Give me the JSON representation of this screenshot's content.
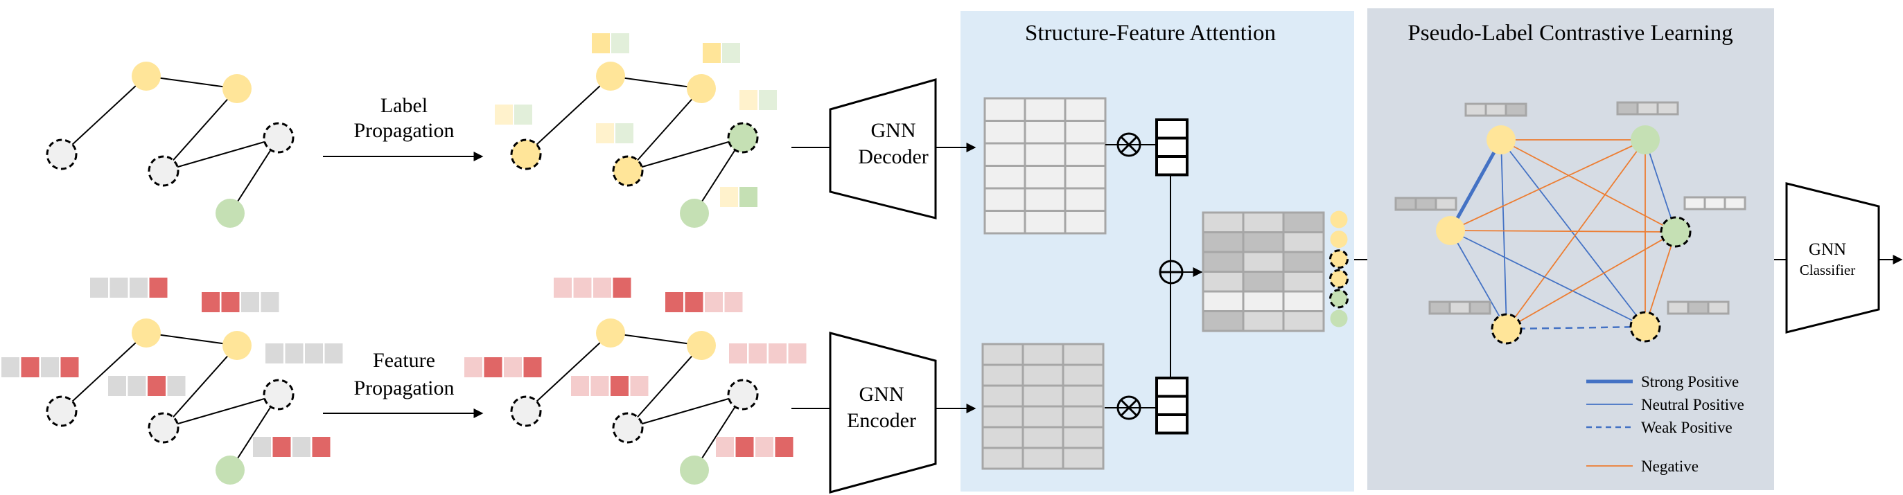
{
  "figure": {
    "colors": {
      "yellow_node": "#FFE599",
      "green_node": "#C5E0B4",
      "gray_node": "#F0F0F0",
      "feat_gray": "#D9D9D9",
      "feat_red": "#E06666",
      "feat_red_light": "#F4CCCC",
      "label_yellow_light": "#FFF2CC",
      "label_green_light": "#E2EFDA",
      "attention_panel_bg": "#DDEBF7",
      "contrastive_panel_bg": "#D6DCE4",
      "matrix_light": "#F0F0F0",
      "matrix_mid": "#D9D9D9",
      "matrix_dark": "#BFBFBF",
      "matrix_border": "#A6A6A6",
      "strong_positive": "#4472C4",
      "neutral_positive": "#4472C4",
      "weak_positive": "#4472C4",
      "negative": "#ED7D31"
    },
    "label_propagation": {
      "text_line1": "Label",
      "text_line2": "Propagation"
    },
    "feature_propagation": {
      "text_line1": "Feature",
      "text_line2": "Propagation"
    },
    "input_graph_nodes": [
      {
        "id": "n1",
        "type": "yellow",
        "labeled": true
      },
      {
        "id": "n2",
        "type": "yellow",
        "labeled": true
      },
      {
        "id": "n3",
        "type": "gray",
        "labeled": false
      },
      {
        "id": "n4",
        "type": "gray",
        "labeled": false
      },
      {
        "id": "n5",
        "type": "gray",
        "labeled": false
      },
      {
        "id": "n6",
        "type": "green",
        "labeled": true
      }
    ],
    "graph_edges": [
      [
        "n1",
        "n2"
      ],
      [
        "n1",
        "n3"
      ],
      [
        "n2",
        "n4"
      ],
      [
        "n4",
        "n5"
      ],
      [
        "n5",
        "n6"
      ]
    ],
    "label_propagated_nodes": [
      {
        "id": "n1",
        "type": "yellow",
        "labeled": true,
        "label_dist": [
          "yellow",
          "green_light"
        ]
      },
      {
        "id": "n2",
        "type": "yellow",
        "labeled": true,
        "label_dist": [
          "yellow",
          "green_light"
        ]
      },
      {
        "id": "n3",
        "type": "yellow",
        "labeled": false,
        "label_dist": [
          "yellow_light",
          "green_light"
        ]
      },
      {
        "id": "n4",
        "type": "yellow",
        "labeled": false,
        "label_dist": [
          "yellow_light",
          "green_light"
        ]
      },
      {
        "id": "n5",
        "type": "green",
        "labeled": false,
        "label_dist": [
          "yellow_light",
          "green_light"
        ]
      },
      {
        "id": "n6",
        "type": "green",
        "labeled": true,
        "label_dist": [
          "yellow_light",
          "green"
        ]
      }
    ],
    "input_features": {
      "n1": [
        "gray",
        "gray",
        "gray",
        "red"
      ],
      "n2": [
        "red",
        "red",
        "gray",
        "gray"
      ],
      "n3": [
        "gray",
        "red",
        "gray",
        "red"
      ],
      "n4": [
        "gray",
        "gray",
        "red",
        "gray"
      ],
      "n5": [
        "gray",
        "gray",
        "gray",
        "gray"
      ],
      "n6": [
        "gray",
        "red",
        "gray",
        "red"
      ]
    },
    "propagated_features": {
      "n1": [
        "light",
        "light",
        "light",
        "red"
      ],
      "n2": [
        "red",
        "red",
        "light",
        "light"
      ],
      "n3": [
        "light",
        "red",
        "light",
        "red"
      ],
      "n4": [
        "light",
        "light",
        "red",
        "light"
      ],
      "n5": [
        "light",
        "light",
        "light",
        "light"
      ],
      "n6": [
        "light",
        "red",
        "light",
        "red"
      ]
    },
    "gnn_decoder": {
      "line1": "GNN",
      "line2": "Decoder"
    },
    "gnn_encoder": {
      "line1": "GNN",
      "line2": "Encoder"
    },
    "gnn_classifier": {
      "line1": "GNN",
      "line2": "Classifier"
    },
    "attention": {
      "title": "Structure-Feature Attention",
      "structure_matrix": {
        "rows": 6,
        "cols": 3,
        "shade": "light"
      },
      "feature_matrix": {
        "rows": 6,
        "cols": 3,
        "shade": "mid"
      },
      "multiply_symbol": "⊗",
      "add_symbol": "⊕",
      "fused_matrix": [
        [
          "mid",
          "mid",
          "dark"
        ],
        [
          "dark",
          "dark",
          "mid"
        ],
        [
          "dark",
          "mid",
          "dark"
        ],
        [
          "mid",
          "dark",
          "mid"
        ],
        [
          "light",
          "light",
          "light"
        ],
        [
          "dark",
          "mid",
          "mid"
        ]
      ],
      "fused_node_labels": [
        {
          "type": "yellow",
          "labeled": true
        },
        {
          "type": "yellow",
          "labeled": true
        },
        {
          "type": "yellow",
          "labeled": false
        },
        {
          "type": "yellow",
          "labeled": false
        },
        {
          "type": "green",
          "labeled": false
        },
        {
          "type": "green",
          "labeled": true
        }
      ]
    },
    "contrastive": {
      "title": "Pseudo-Label Contrastive Learning",
      "nodes": [
        {
          "id": "A",
          "type": "yellow",
          "labeled": true,
          "embedding": [
            "mid",
            "mid",
            "dark"
          ]
        },
        {
          "id": "B",
          "type": "green",
          "labeled": true,
          "embedding": [
            "dark",
            "mid",
            "mid"
          ]
        },
        {
          "id": "C",
          "type": "yellow",
          "labeled": true,
          "embedding": [
            "dark",
            "dark",
            "mid"
          ]
        },
        {
          "id": "D",
          "type": "green",
          "labeled": false,
          "embedding": [
            "light",
            "light",
            "light"
          ]
        },
        {
          "id": "E",
          "type": "yellow",
          "labeled": false,
          "embedding": [
            "dark",
            "mid",
            "dark"
          ]
        },
        {
          "id": "F",
          "type": "yellow",
          "labeled": false,
          "embedding": [
            "mid",
            "dark",
            "mid"
          ]
        }
      ],
      "edges": [
        {
          "from": "A",
          "to": "C",
          "kind": "strong"
        },
        {
          "from": "A",
          "to": "B",
          "kind": "negative"
        },
        {
          "from": "A",
          "to": "E",
          "kind": "neutral"
        },
        {
          "from": "A",
          "to": "F",
          "kind": "neutral"
        },
        {
          "from": "A",
          "to": "D",
          "kind": "negative"
        },
        {
          "from": "B",
          "to": "C",
          "kind": "negative"
        },
        {
          "from": "B",
          "to": "E",
          "kind": "negative"
        },
        {
          "from": "B",
          "to": "F",
          "kind": "negative"
        },
        {
          "from": "B",
          "to": "D",
          "kind": "neutral"
        },
        {
          "from": "C",
          "to": "D",
          "kind": "negative"
        },
        {
          "from": "C",
          "to": "E",
          "kind": "neutral"
        },
        {
          "from": "C",
          "to": "F",
          "kind": "neutral"
        },
        {
          "from": "E",
          "to": "D",
          "kind": "negative"
        },
        {
          "from": "E",
          "to": "F",
          "kind": "weak"
        },
        {
          "from": "D",
          "to": "F",
          "kind": "negative"
        }
      ],
      "legend": [
        {
          "kind": "strong",
          "label": "Strong Positive"
        },
        {
          "kind": "neutral",
          "label": "Neutral Positive"
        },
        {
          "kind": "weak",
          "label": "Weak Positive"
        },
        {
          "kind": "negative",
          "label": "Negative"
        }
      ]
    }
  }
}
